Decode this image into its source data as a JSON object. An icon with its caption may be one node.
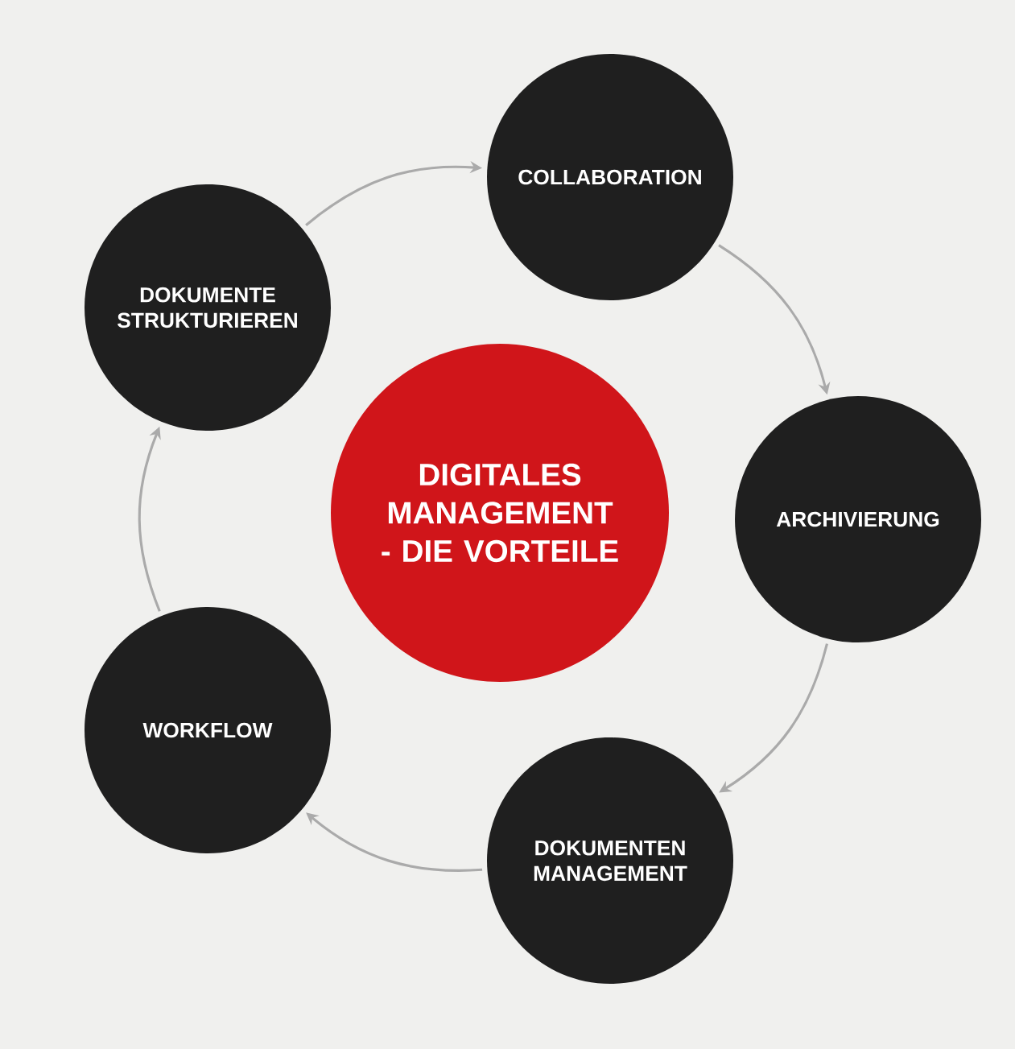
{
  "diagram": {
    "nodes": [
      {
        "text": [
          "DIGITALES MANAGEMENT - DIE VORTEILE"
        ]
      },
      {
        "text": [
          "COLLABORATION"
        ]
      },
      {
        "text": [
          "ARCHIVIERUNG"
        ]
      },
      {
        "text": [
          "DOKUMENTEN MANAGEMENT"
        ]
      },
      {
        "text": [
          "WORKFLOW"
        ]
      },
      {
        "text": [
          "DOKUMENTE STRUKTURIEREN"
        ]
      }
    ],
    "edges": [
      {
        "from": 5,
        "to": 1,
        "arrow": "to"
      },
      {
        "from": 1,
        "to": 2,
        "arrow": "to"
      },
      {
        "from": 2,
        "to": 3,
        "arrow": "to"
      },
      {
        "from": 3,
        "to": 4,
        "arrow": "to"
      },
      {
        "from": 4,
        "to": 5,
        "arrow": "to"
      }
    ]
  }
}
